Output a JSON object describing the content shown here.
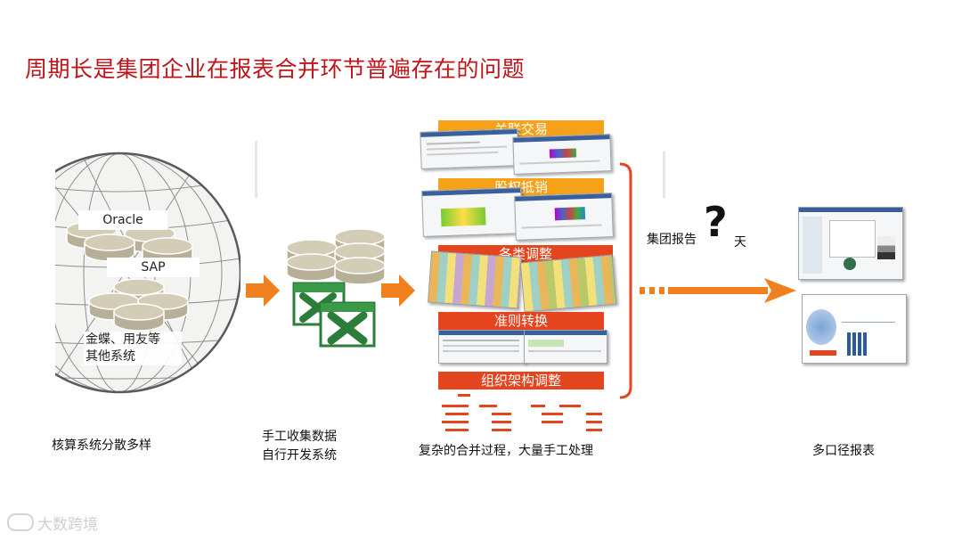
{
  "title": "周期长是集团企业在报表合并环节普遍存在的问题",
  "stage1": {
    "systems": [
      "Oracle",
      "SAP"
    ],
    "others_line1": "金蝶、用友等",
    "others_line2": "其他系统",
    "caption": "核算系统分散多样"
  },
  "stage2": {
    "caption_line1": "手工收集数据",
    "caption_line2": "自行开发系统"
  },
  "stage3": {
    "steps": [
      "关联交易",
      "股权抵销",
      "各类调整",
      "准则转换",
      "组织架构调整"
    ],
    "caption": "复杂的合并过程，大量手工处理"
  },
  "stage4": {
    "report_label": "集团报告",
    "question_mark": "?",
    "day_label": "天",
    "caption": "多口径报表"
  },
  "watermark": "大数跨境",
  "colors": {
    "title_red": "#c0141b",
    "arrow_orange": "#f07f1e",
    "bar_orange": "#f5a21a",
    "bar_red": "#e5451e",
    "bracket_red": "#e5451e"
  }
}
